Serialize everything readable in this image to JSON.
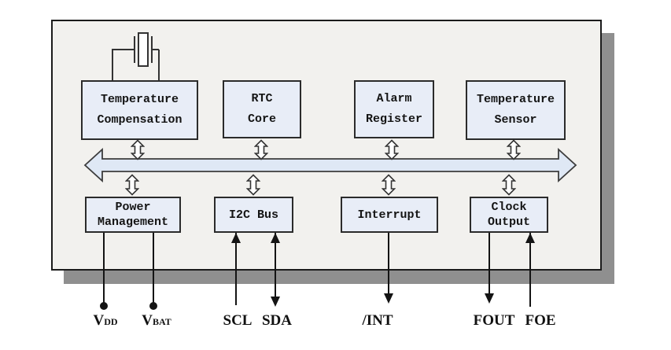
{
  "colors": {
    "panel_fill": "#f2f1ee",
    "panel_border": "#1b1b1b",
    "shadow": "#8f8f8f",
    "block_fill": "#e8edf7",
    "block_border": "#2b2b2b",
    "bus_fill": "#dfe8f5",
    "bus_border": "#3c3c3c",
    "line_color": "#141414"
  },
  "blocks": {
    "temperature_compensation": {
      "line1": "Temperature",
      "line2": "Compensation"
    },
    "rtc_core": {
      "line1": "RTC",
      "line2": "Core"
    },
    "alarm_register": {
      "line1": "Alarm",
      "line2": "Register"
    },
    "temperature_sensor": {
      "line1": "Temperature",
      "line2": "Sensor"
    },
    "power_management": {
      "line1": "Power",
      "line2": "Management"
    },
    "i2c_bus": {
      "line1": "I2C Bus"
    },
    "interrupt": {
      "line1": "Interrupt"
    },
    "clock_output": {
      "line1": "Clock",
      "line2": "Output"
    }
  },
  "pins": {
    "vdd": {
      "base": "V",
      "sub": "DD"
    },
    "vbat": {
      "base": "V",
      "sub": "BAT"
    },
    "scl": {
      "label": "SCL"
    },
    "sda": {
      "label": "SDA"
    },
    "int": {
      "label": "/INT"
    },
    "fout": {
      "label": "FOUT"
    },
    "foe": {
      "label": "FOE"
    }
  }
}
